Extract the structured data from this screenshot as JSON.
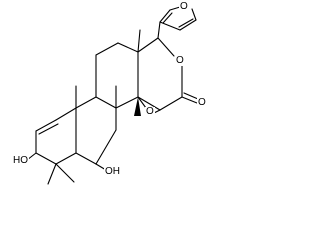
{
  "labels": {
    "furan_oxygen": "O",
    "lactone_ring_oxygen": "O",
    "carbonyl_oxygen": "O",
    "epoxide_oxygen": "O",
    "hydroxyl_left": "HO",
    "hydroxyl_bottom": "OH"
  }
}
